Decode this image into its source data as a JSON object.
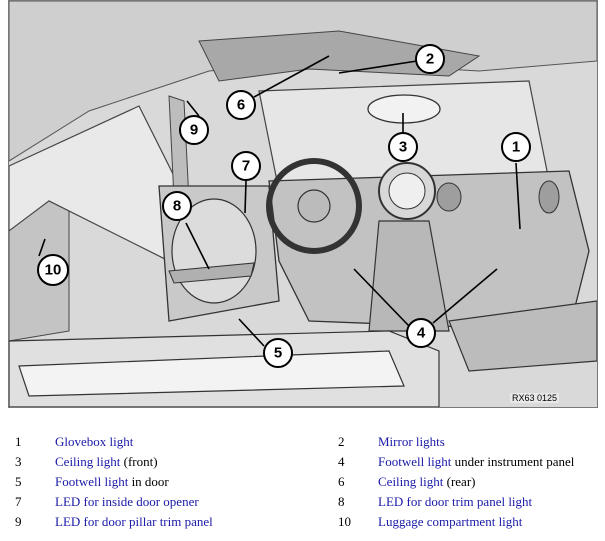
{
  "figure": {
    "code": "RX63 0125",
    "callouts": [
      "1",
      "2",
      "3",
      "4",
      "5",
      "6",
      "7",
      "8",
      "9",
      "10"
    ]
  },
  "legend": [
    {
      "num": "1",
      "label": "Glovebox light",
      "suffix": ""
    },
    {
      "num": "2",
      "label": "Mirror lights",
      "suffix": ""
    },
    {
      "num": "3",
      "label": "Ceiling light",
      "suffix": " (front)"
    },
    {
      "num": "4",
      "label": "Footwell light",
      "suffix": " under instrument panel"
    },
    {
      "num": "5",
      "label": "Footwell light",
      "suffix": " in door"
    },
    {
      "num": "6",
      "label": "Ceiling light",
      "suffix": " (rear)"
    },
    {
      "num": "7",
      "label": "LED for inside door opener",
      "suffix": ""
    },
    {
      "num": "8",
      "label": "LED for door trim panel light",
      "suffix": ""
    },
    {
      "num": "9",
      "label": "LED for door pillar trim panel",
      "suffix": ""
    },
    {
      "num": "10",
      "label": "Luggage compartment light",
      "suffix": ""
    }
  ],
  "colors": {
    "link": "#1a1aa8",
    "text": "#000000"
  }
}
